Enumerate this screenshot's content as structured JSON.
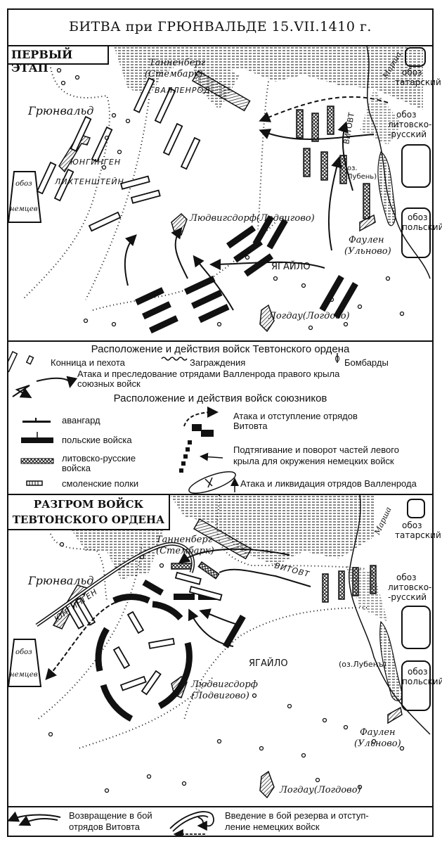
{
  "title": "БИТВА при ГРЮНВАЛЬДЕ 15.VII.1410 г.",
  "map1": {
    "stage_label": "ПЕРВЫЙ ЭТАП",
    "places": {
      "tannenberg": "Танненберг",
      "tannenberg_alt": "(Стембарк)",
      "grunwald": "Грюнвальд",
      "ludwigsdorf": "Людвигсдорф(Лодвигово)",
      "logdau": "Логдау(Логдово)",
      "faulen": "Фаулен",
      "faulen_alt": "(Ульново)",
      "lake": "оз.",
      "lake_name": "Лубень)",
      "river": "Марша"
    },
    "commanders": {
      "wallenrod": "ВАЛЛЕНРОД",
      "jungingen": "ЮНГИНГЕН",
      "lichtenstein": "ЛИХТЕНШТЕЙН",
      "jagiello": "ЯГАЙЛО",
      "vytautas": "ВИТОВТ"
    },
    "camps": {
      "german_1": "обоз",
      "german_2": "немцев",
      "tatar_1": "обоз",
      "tatar_2": "татарский",
      "lit_1": "обоз",
      "lit_2": "литовско-",
      "lit_3": "-русский",
      "polish_1": "обоз",
      "polish_2": "польский"
    }
  },
  "legend1": {
    "teutonic_heading": "Расположение и действия войск Тевтонского ордена",
    "cavalry_infantry": "Конница и пехота",
    "barriers": "Заграждения",
    "bombards": "Бомбарды",
    "wallenrod_attack": "Атака и преследование отрядами Валленрода правого крыла",
    "wallenrod_attack_2": "союзных войск",
    "allies_heading": "Расположение и действия войск союзников",
    "vanguard": "авангард",
    "polish_troops": "польские войска",
    "lit_rus_troops": "литовско-русские",
    "lit_rus_troops_2": "войска",
    "smolensk": "смоленские полки",
    "vytautas_attack": "Атака и отступление отрядов",
    "vytautas_attack_2": "Витовта",
    "left_wing": "Подтягивание и поворот частей левого",
    "left_wing_2": "крыла для окружения немецких войск",
    "wallenrod_liquidation": "Атака и ликвидация отрядов Валленрода"
  },
  "map2": {
    "stage_label_1": "РАЗГРОМ ВОЙСК",
    "stage_label_2": "ТЕВТОНСКОГО ОРДЕНА",
    "places": {
      "tannenberg": "Танненберг",
      "tannenberg_alt": "(Стембарк)",
      "grunwald": "Грюнвальд",
      "ludwigsdorf": "Людвигсдорф",
      "ludwigsdorf_alt": "(Лодвигово)",
      "logdau": "Логдау(Логдово)",
      "faulen": "Фаулен",
      "faulen_alt": "(Ульново)",
      "lake": "(оз.Лубенъ)",
      "river": "Марша"
    },
    "commanders": {
      "jungingen": "ЮНГИНГЕН",
      "jagiello": "ЯГАЙЛО",
      "vytautas": "ВИТОВТ"
    },
    "camps": {
      "german_1": "обоз",
      "german_2": "немцев",
      "tatar_1": "обоз",
      "tatar_2": "татарский",
      "lit_1": "обоз",
      "lit_2": "литовско-",
      "lit_3": "-русский",
      "polish_1": "обоз",
      "polish_2": "польский"
    }
  },
  "legend2": {
    "vytautas_return": "Возвращение в бой",
    "vytautas_return_2": "отрядов Витовта",
    "reserve": "Введение в бой резерва и отступ-",
    "reserve_2": "ление немецких войск"
  },
  "colors": {
    "ink": "#111111",
    "paper": "#ffffff"
  }
}
